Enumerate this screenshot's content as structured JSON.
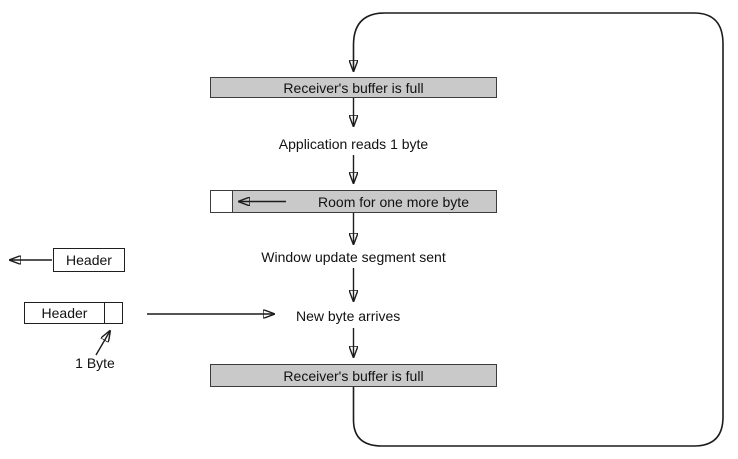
{
  "colors": {
    "box_fill": "#c9c9c9",
    "box_border": "#3c3c3c",
    "line": "#1c1c1c",
    "background": "#ffffff"
  },
  "flow": {
    "box_top": "Receiver's buffer is full",
    "step_app_reads": "Application reads 1 byte",
    "box_room": "Room for one more byte",
    "step_window_update": "Window update segment sent",
    "step_new_byte": "New byte arrives",
    "box_bottom": "Receiver's buffer is full"
  },
  "segment": {
    "header_outgoing": "Header",
    "header_incoming": "Header",
    "one_byte": "1 Byte"
  }
}
